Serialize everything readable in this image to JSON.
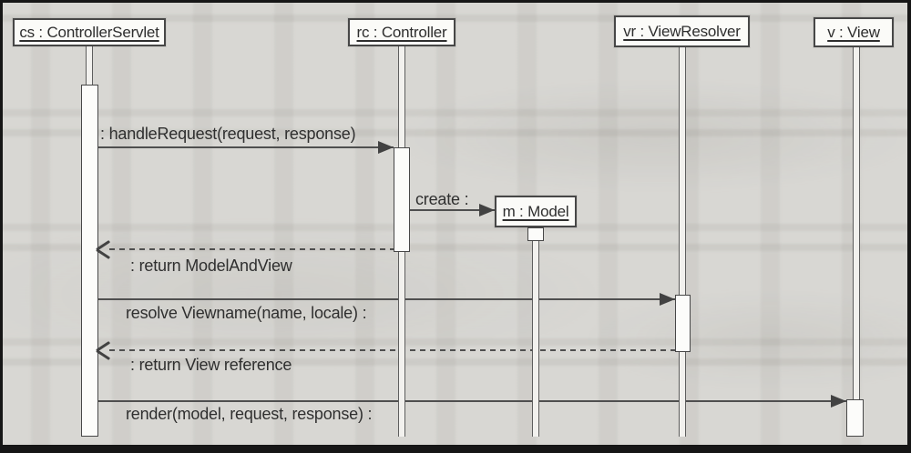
{
  "diagram": {
    "kind": "uml-sequence-diagram",
    "actors": [
      {
        "id": "cs",
        "label": "cs : ControllerServlet"
      },
      {
        "id": "rc",
        "label": "rc : Controller"
      },
      {
        "id": "vr",
        "label": "vr : ViewResolver"
      },
      {
        "id": "v",
        "label": "v : View"
      }
    ],
    "created_object": {
      "id": "m",
      "label": "m : Model"
    },
    "messages": [
      {
        "from": "cs",
        "to": "rc",
        "kind": "sync",
        "label": ": handleRequest(request, response)"
      },
      {
        "from": "rc",
        "to": "m",
        "kind": "create",
        "label": "create :"
      },
      {
        "from": "rc",
        "to": "cs",
        "kind": "return",
        "label": ": return ModelAndView"
      },
      {
        "from": "cs",
        "to": "vr",
        "kind": "sync",
        "label": "resolve Viewname(name, locale) :"
      },
      {
        "from": "vr",
        "to": "cs",
        "kind": "return",
        "label": ": return View reference"
      },
      {
        "from": "cs",
        "to": "v",
        "kind": "sync",
        "label": "render(model, request, response) :"
      }
    ],
    "colors": {
      "background": "#d6d5d1",
      "box_fill": "#fbfbf8",
      "line": "#4f4f4f",
      "text": "#2e2e2e",
      "frame": "#161616"
    }
  }
}
